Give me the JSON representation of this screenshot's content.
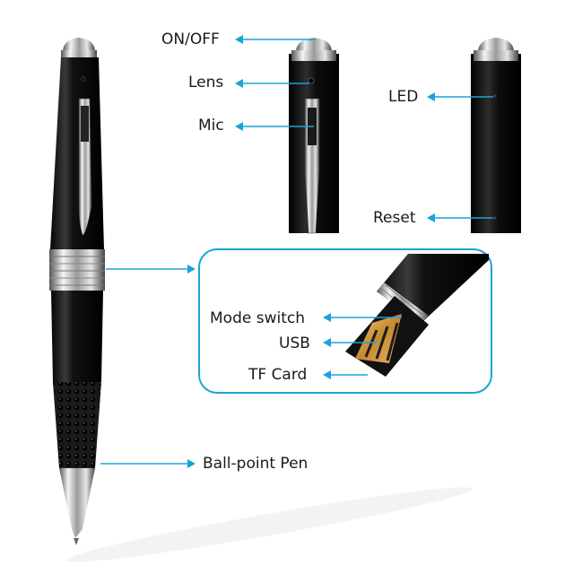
{
  "accent_color": "#1aa3d9",
  "labels": {
    "on_off": "ON/OFF",
    "lens": "Lens",
    "mic": "Mic",
    "led": "LED",
    "reset": "Reset",
    "mode_switch": "Mode switch",
    "usb": "USB",
    "tf_card": "TF Card",
    "ball_point_pen": "Ball-point Pen"
  },
  "icons": [
    "arrow-left-icon",
    "arrow-right-icon"
  ]
}
